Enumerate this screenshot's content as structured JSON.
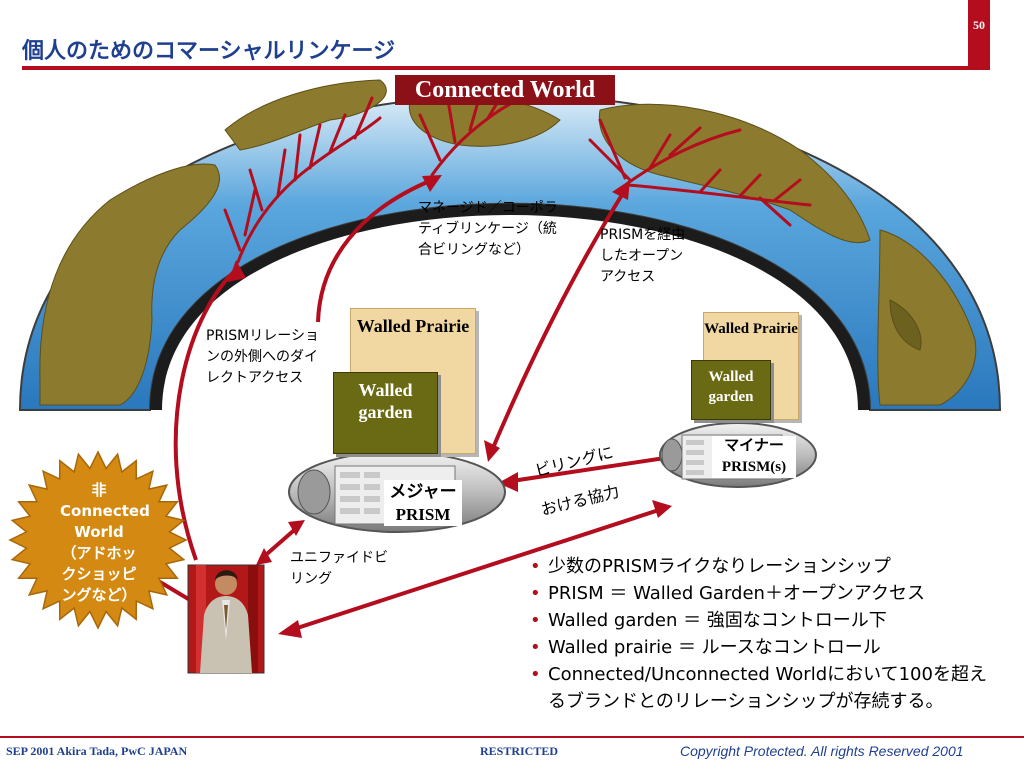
{
  "slide": {
    "title": "個人のためのコマーシャルリンケージ",
    "page_number": "50"
  },
  "diagram": {
    "banner": "Connected World",
    "notes": {
      "managed": "マネージド／コーポラティブリンケージ（統合ビリングなど）",
      "prism_open_access": "PRISMを経由したオープンアクセス",
      "prism_direct_access": "PRISMリレーションの外側へのダイレクトアクセス",
      "unified_billing": "ユニファイドビリング"
    },
    "boxes": {
      "walled_prairie_big": "Walled Prairie",
      "walled_garden_big": "Walled garden",
      "walled_prairie_small": "Walled Prairie",
      "walled_garden_small": "Walled garden"
    },
    "devices": {
      "major": "メジャーPRISM",
      "minor": "マイナーPRISM(s)"
    },
    "billing_cooperation_1": "ビリングに",
    "billing_cooperation_2": "おける協力",
    "unconnected": "非Connected World（アドホックショッピングなど）"
  },
  "bullets": [
    "少数のPRISMライクなりレーションシップ",
    "PRISM ＝ Walled Garden＋オープンアクセス",
    "Walled garden ＝ 強固なコントロール下",
    "Walled prairie ＝ ルースなコントロール",
    "Connected/Unconnected Worldにおいて100を超えるブランドとのリレーションシップが存続する。"
  ],
  "footer": {
    "left": "SEP 2001  Akira Tada, PwC JAPAN",
    "center": "RESTRICTED",
    "right": "Copyright Protected. All rights Reserved 2001"
  },
  "colors": {
    "accent_red": "#b40d1e",
    "banner_red": "#8c1018",
    "title_blue": "#1f3f8f",
    "ocean": "#3a8fd0",
    "land": "#8c7a2e",
    "olive": "#6b6a14",
    "tan": "#f1d8a3",
    "starburst": "#d48a12"
  }
}
